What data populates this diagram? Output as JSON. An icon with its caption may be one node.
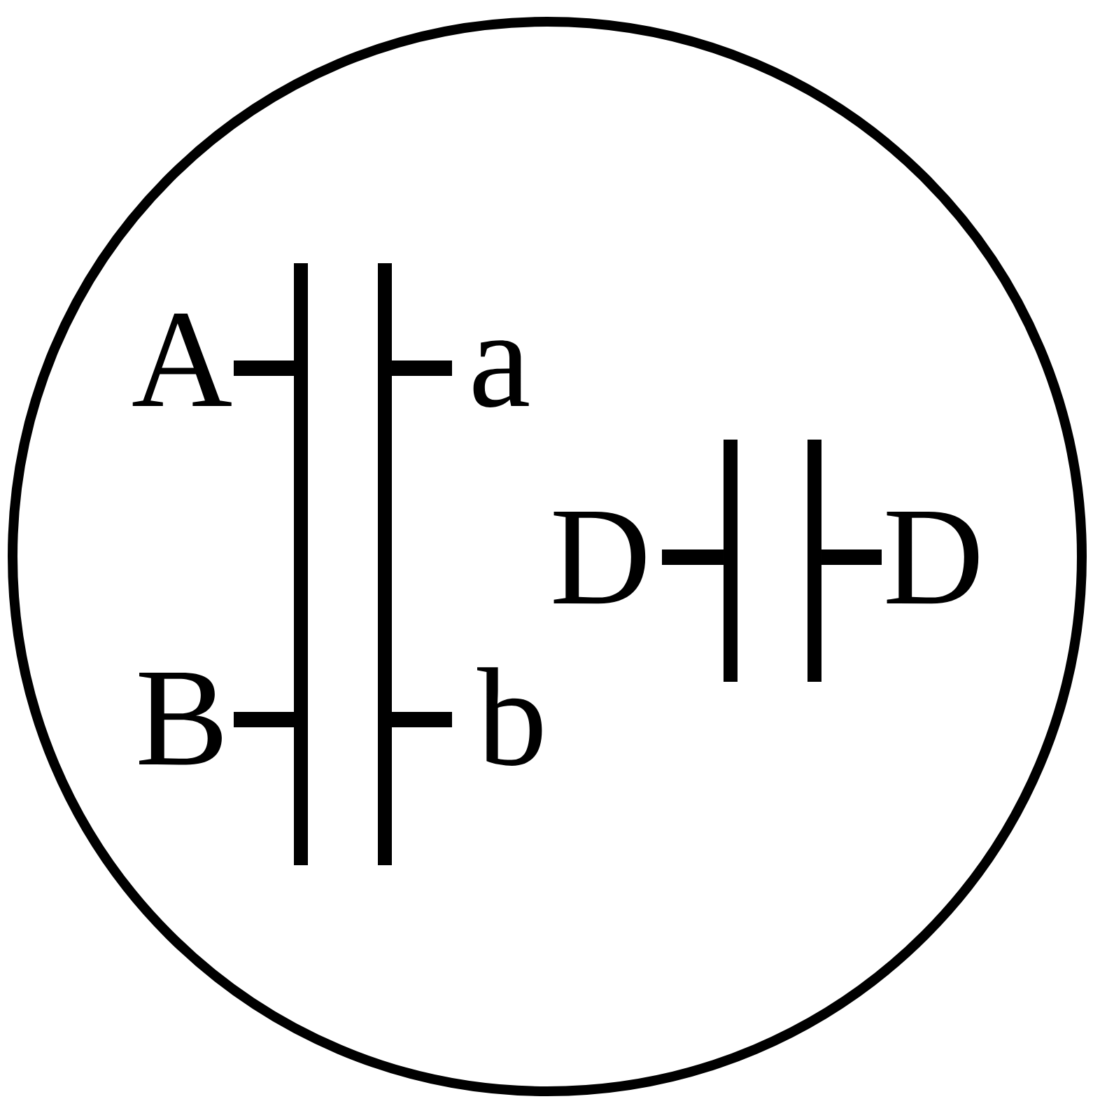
{
  "diagram": {
    "labels": [
      "A",
      "a",
      "D",
      "D",
      "B",
      "b"
    ]
  }
}
